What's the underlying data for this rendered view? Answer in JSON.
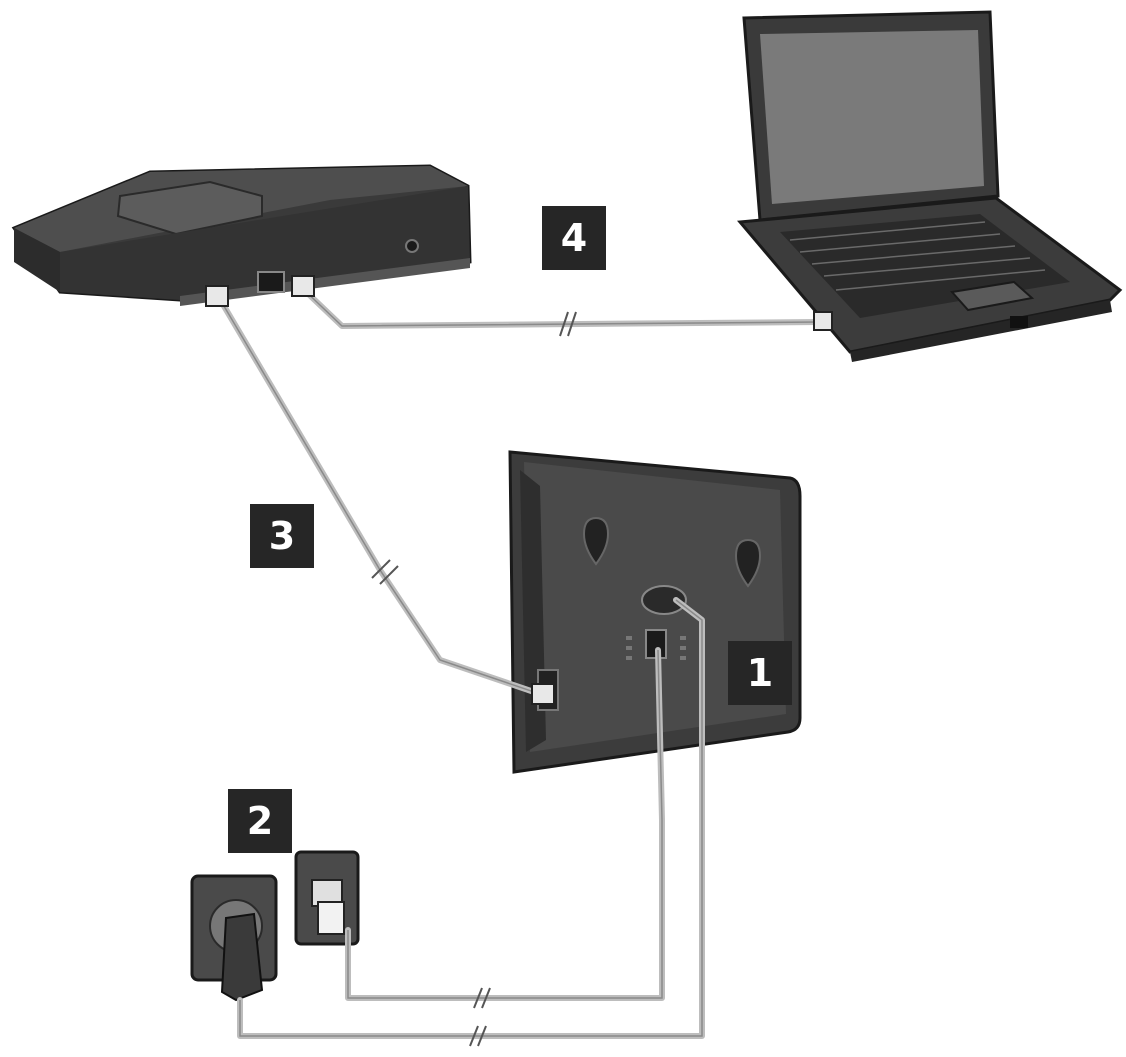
{
  "steps": [
    {
      "id": "1",
      "label": "1"
    },
    {
      "id": "2",
      "label": "2"
    },
    {
      "id": "3",
      "label": "3"
    },
    {
      "id": "4",
      "label": "4"
    }
  ],
  "devices": [
    "router",
    "laptop",
    "phone-base-station",
    "power-socket",
    "phone-wall-socket"
  ],
  "colors": {
    "device_dark": "#3a3a3a",
    "device_mid": "#5a5a5a",
    "cable": "#bdbdbd",
    "badge_bg": "#262626",
    "badge_text": "#ffffff"
  }
}
